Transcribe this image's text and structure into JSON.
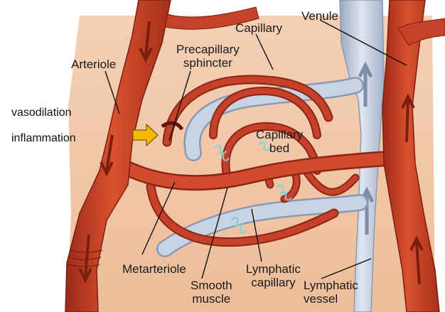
{
  "figure": {
    "labels": {
      "capillary": "Capillary",
      "venule": "Venule",
      "precapillary_sphincter_1": "Precapillary",
      "precapillary_sphincter_2": "sphincter",
      "arteriole": "Arteriole",
      "capillary_bed_1": "Capillary",
      "capillary_bed_2": "bed",
      "metarteriole": "Metarteriole",
      "smooth_muscle_1": "Smooth",
      "smooth_muscle_2": "muscle",
      "lymphatic_capillary_1": "Lymphatic",
      "lymphatic_capillary_2": "capillary",
      "lymphatic_vessel_1": "Lymphatic",
      "lymphatic_vessel_2": "vessel"
    },
    "annotations": {
      "vasodilation": "vasodilation",
      "inflammation": "inflammation"
    },
    "colors": {
      "tissue_background": "#f2c7a8",
      "blood_vessel": "#c23b22",
      "blood_vessel_dark": "#8e2414",
      "lymph_vessel": "#b7c4d8",
      "lymph_vessel_edge": "#8a9ab3",
      "highlight_arrow": "#f5b800"
    }
  }
}
